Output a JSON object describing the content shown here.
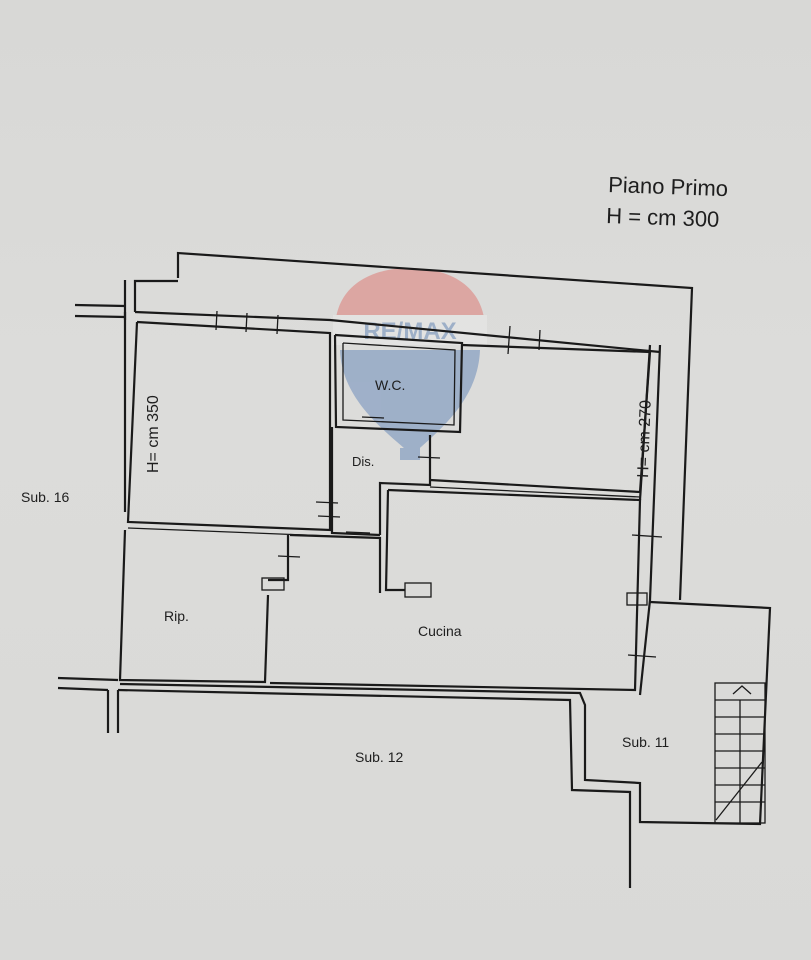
{
  "header": {
    "floor_label": "Piano Primo",
    "height_label": "H = cm 300"
  },
  "logo": {
    "text": "RE/MAX",
    "colors": {
      "top": "#e0463f",
      "bottom": "#2d5fa8"
    }
  },
  "rooms": {
    "wc": "W.C.",
    "dis": "Dis.",
    "rip": "Rip.",
    "cucina": "Cucina"
  },
  "heights": {
    "left_room": "H= cm 350",
    "right_room": "H= cm 270"
  },
  "neighbors": {
    "sub16": "Sub. 16",
    "sub12": "Sub. 12",
    "sub11": "Sub. 11"
  }
}
